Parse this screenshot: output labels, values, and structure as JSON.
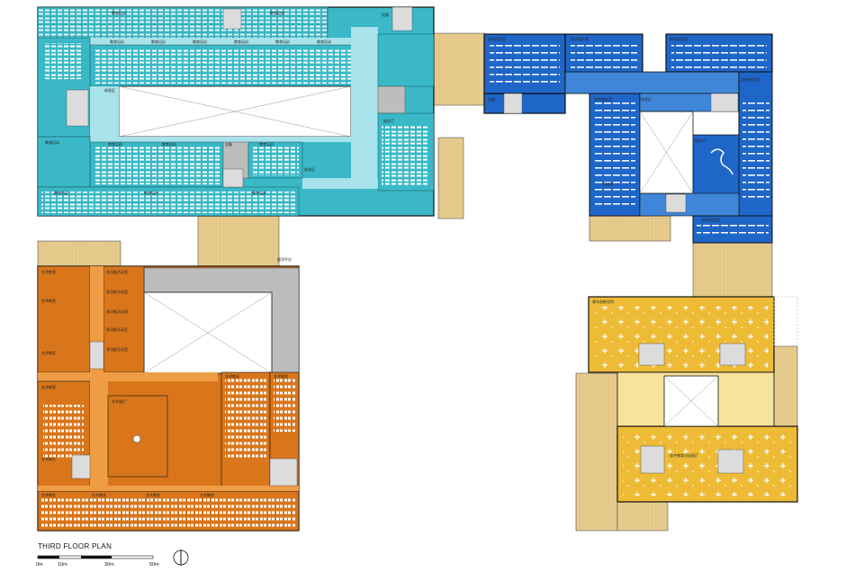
{
  "plan_title": "THIRD FLOOR PLAN",
  "scale_bar": {
    "labels": [
      "0m",
      "10m",
      "30m",
      "50m"
    ]
  },
  "north_arrow": "north-arrow",
  "colors": {
    "teal_wing": "#3ab8c8",
    "teal_light": "#a8e2ea",
    "blue_wing": "#1f66c9",
    "blue_light": "#3f86d8",
    "orange_wing": "#d9761b",
    "orange_light": "#ee9d45",
    "yellow_wing": "#edbb36",
    "yellow_light": "#f7e39b",
    "deck": "#e4c98b",
    "core": "#bdbdbd"
  },
  "rooms": {
    "teal": [
      "教育培训",
      "教育培训",
      "教育培训",
      "教育培训",
      "教育培训",
      "教育培训",
      "教育培训",
      "教育培训",
      "休息区",
      "设备",
      "报告厅",
      "教育培训",
      "教育培训",
      "教育培训",
      "教育培训",
      "设备",
      "教育培训",
      "教育培训",
      "教育培训",
      "休息区"
    ],
    "blue": [
      "综合阅览室",
      "综合阅览室",
      "综合阅览室",
      "综合阅览室",
      "设备",
      "综合阅览室",
      "休息区",
      "报告厅",
      "综合阅览室",
      "阅览区"
    ],
    "orange": [
      "艺术教室",
      "多功能活动室",
      "多功能活动室",
      "多功能活动室",
      "多功能活动室",
      "多功能活动室",
      "艺术教室",
      "艺术教室",
      "艺术展厅",
      "艺术教室",
      "艺术教室",
      "艺术教室",
      "艺术教室",
      "艺术教室",
      "艺术教室",
      "艺术教室",
      "艺术教室",
      "屋顶平台"
    ],
    "yellow": [
      "青年创新空间",
      "综合教育活动展厅"
    ]
  }
}
